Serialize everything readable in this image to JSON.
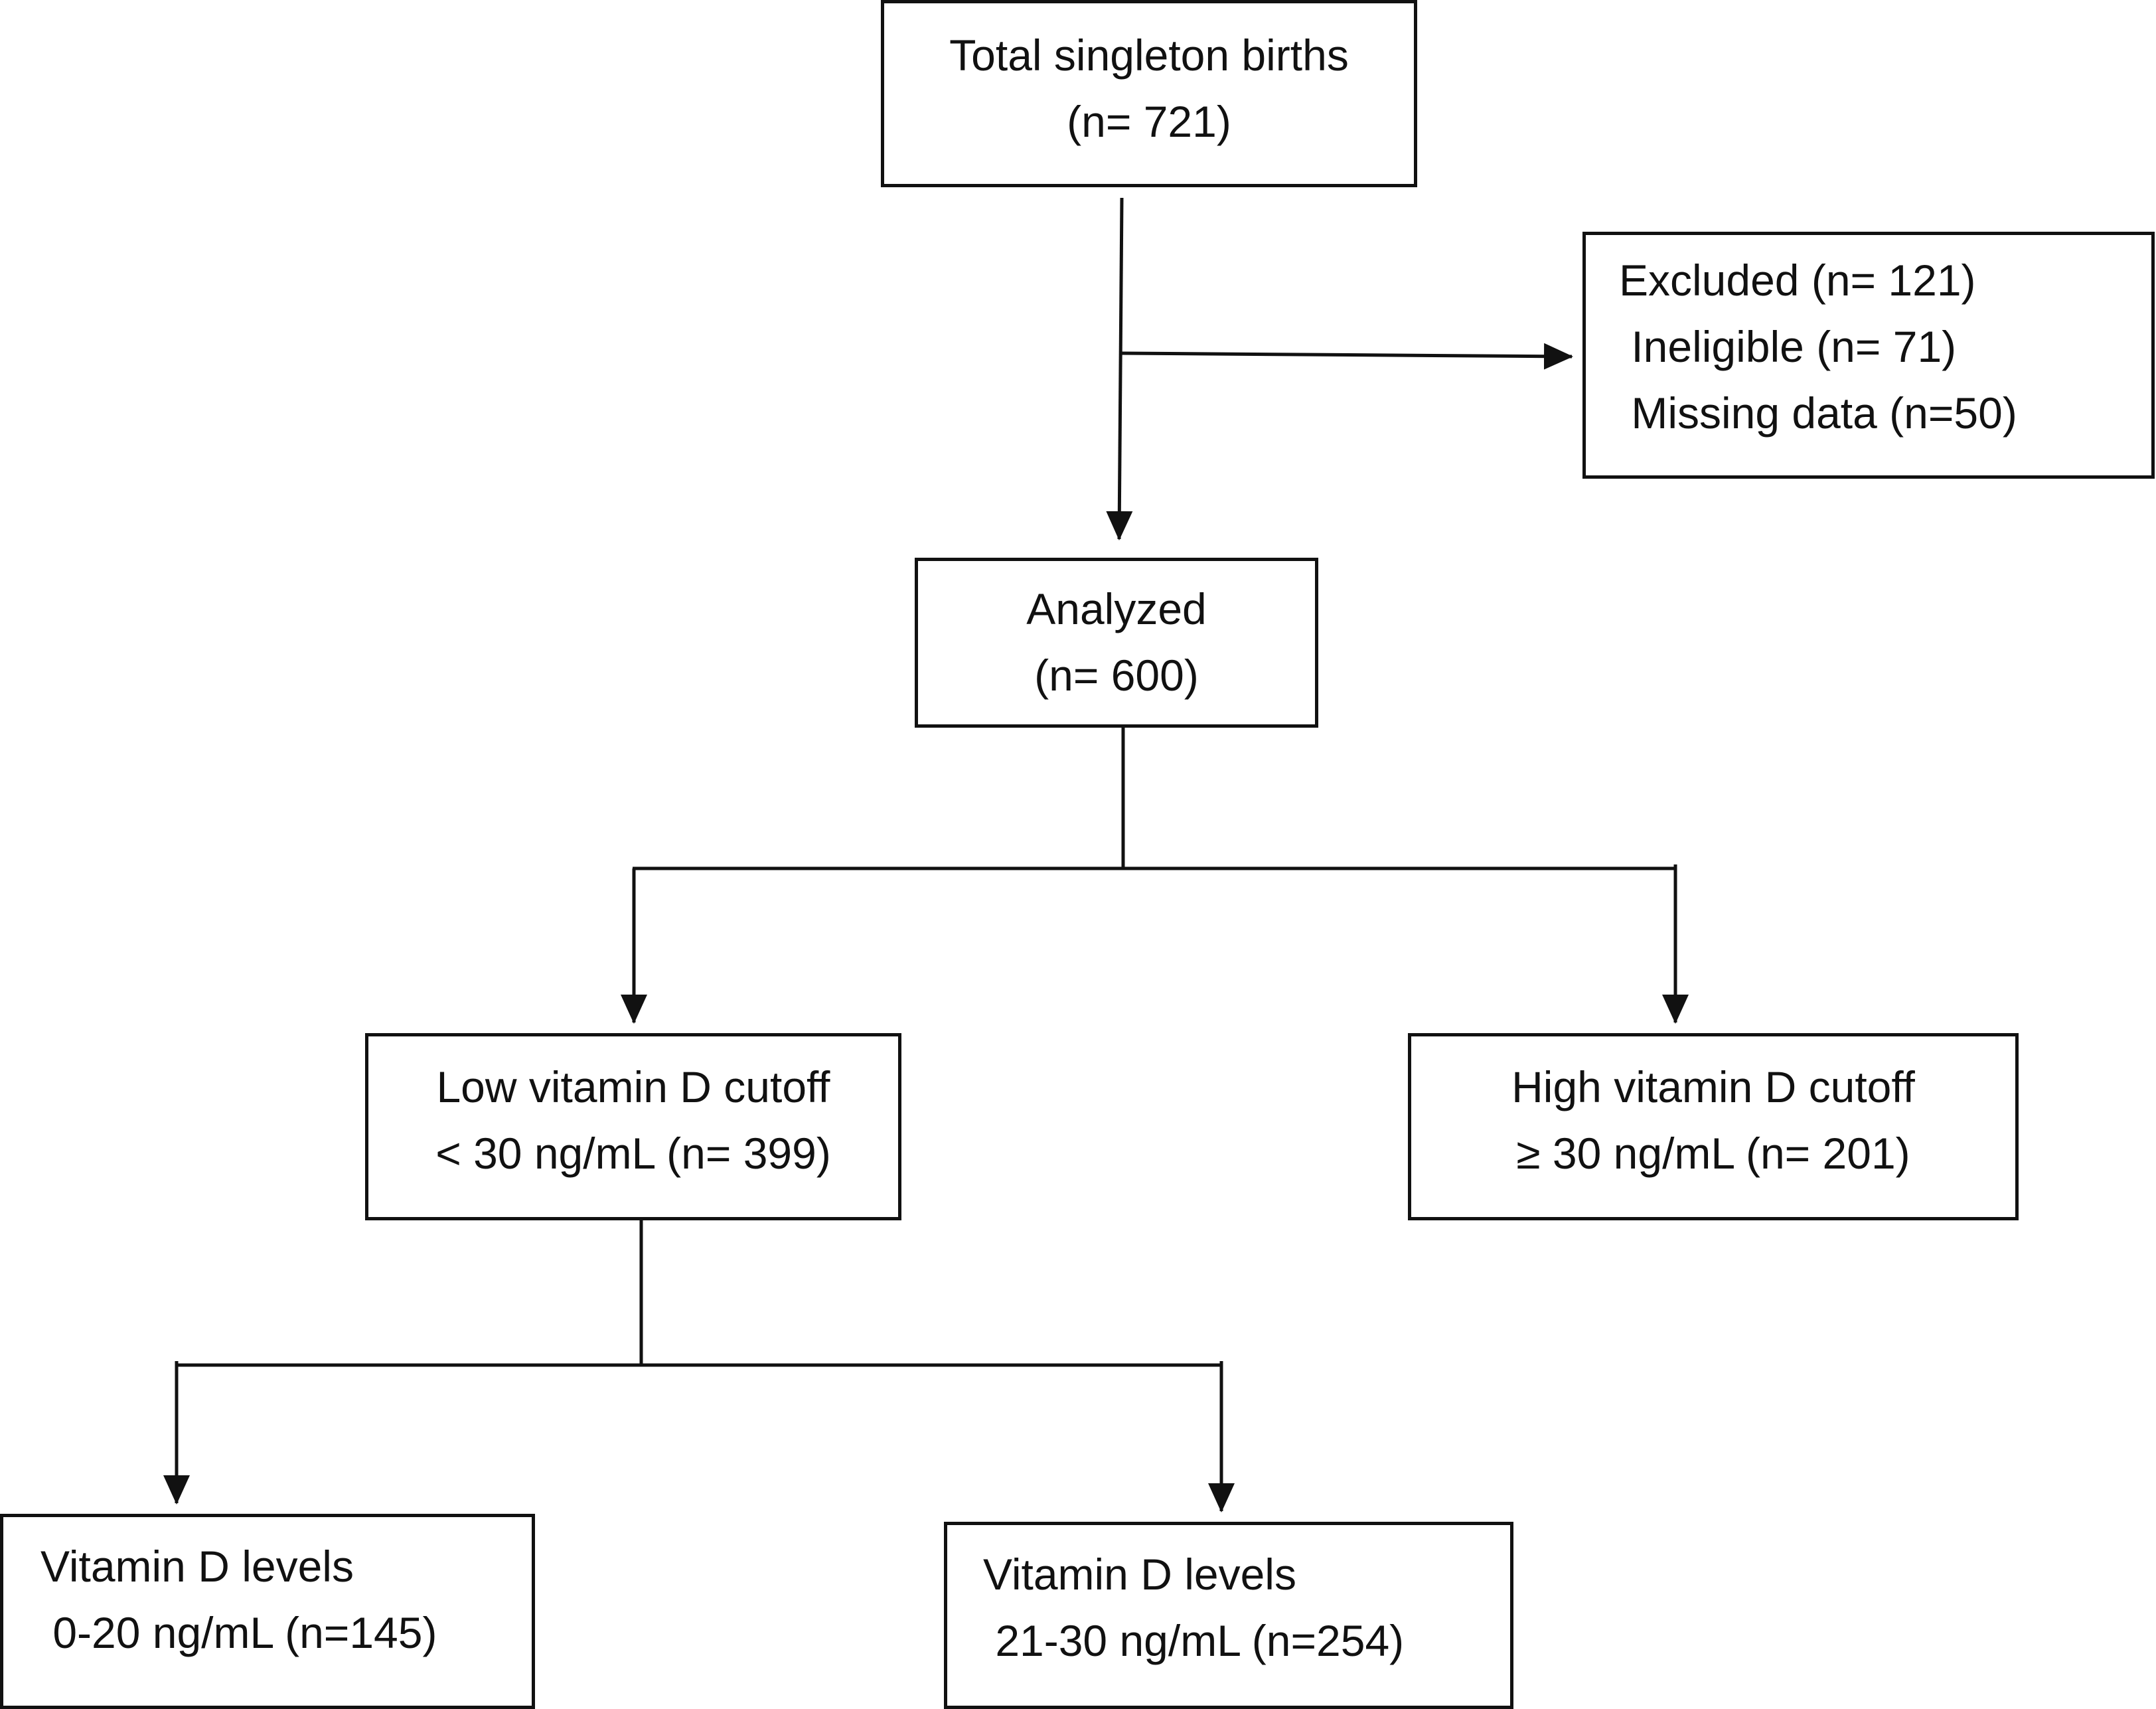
{
  "flowchart": {
    "total": {
      "line1": "Total singleton births",
      "line2": "(n= 721)"
    },
    "excluded": {
      "line1": "Excluded (n= 121)",
      "line2": " Ineligible (n= 71)",
      "line3": " Missing data (n=50)"
    },
    "analyzed": {
      "line1": "Analyzed",
      "line2": "(n= 600)"
    },
    "low_cutoff": {
      "line1": "Low vitamin D cutoff",
      "line2": "< 30 ng/mL (n= 399)"
    },
    "high_cutoff": {
      "line1": "High vitamin D cutoff",
      "line2": "≥ 30 ng/mL (n= 201)"
    },
    "levels_0_20": {
      "line1": "Vitamin D levels",
      "line2": " 0-20 ng/mL (n=145)"
    },
    "levels_21_30": {
      "line1": "Vitamin D levels",
      "line2": " 21-30 ng/mL (n=254)"
    }
  },
  "colors": {
    "line": "#111111",
    "background": "#ffffff"
  }
}
